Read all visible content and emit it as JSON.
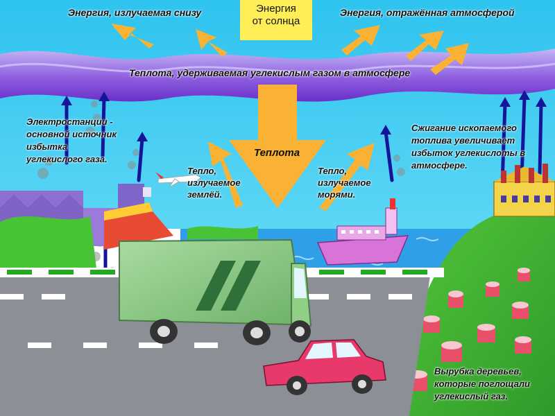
{
  "labels": {
    "sun_energy": [
      "Энергия",
      "от солнца"
    ],
    "energy_from_below": "Энергия, излучаемая снизу",
    "energy_reflected": "Энергия, отражённая атмосферой",
    "heat_retained": "Теплота, удерживаемая углекислым газом в атмосфере",
    "power_stations": [
      "Электростанции -",
      "основной источник",
      "избытка",
      "углекислого газа."
    ],
    "heat": "Теплота",
    "heat_from_earth": [
      "Тепло,",
      "излучаемое",
      "землёй."
    ],
    "heat_from_seas": [
      "Тепло,",
      "излучаемое",
      "морями."
    ],
    "fossil_fuel": [
      "Сжигание ископаемого",
      "топлива увеличивает",
      "избыток углекислоты в",
      "атмосфере."
    ],
    "deforestation": [
      "Вырубка деревьев,",
      "которые поглощали",
      "углекислый газ."
    ]
  },
  "colors": {
    "sky": "#35c8f0",
    "sun_column": "#ffee55",
    "arrow_orange": "#f9b233",
    "atmosphere_band": "#7a3fd0",
    "atmosphere_light": "#b9a7ee",
    "co2_arrow": "#1a1aa0",
    "grass": "#44bb33",
    "road": "#8c8f96",
    "sea": "#2fa0e8",
    "truck": "#8fcf86",
    "car": "#e83a6a",
    "ship": "#d874d8"
  },
  "icons": [
    "sun-ray",
    "co2-arrow",
    "airplane-icon",
    "truck-icon",
    "car-icon",
    "ship-icon",
    "factory-icon",
    "tree-stump-icon"
  ]
}
